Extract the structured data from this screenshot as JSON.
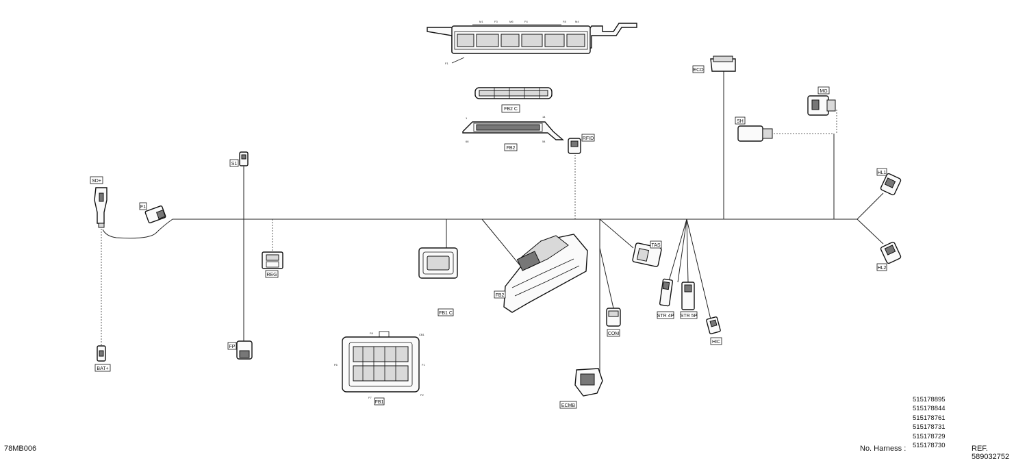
{
  "connectors": {
    "sd": "SD+",
    "s1": "S1",
    "f1": "F1",
    "reg": "REG",
    "fp": "FP",
    "bat": "BAT+",
    "fb1c": "FB1 C",
    "fb1": "FB1",
    "fb2": "FB2",
    "fb2c": "FB2 C",
    "fb2_top": "FB2",
    "rfid": "RFID",
    "com": "COM",
    "ecmb": "ECMB",
    "tas": "TAS",
    "str4p": "STR 4P",
    "str5p": "STR 5P",
    "hic": "HIC",
    "eco": "ECO",
    "sh": "SH",
    "mg": "MG",
    "hl1": "HL1",
    "hl2": "HL2"
  },
  "footer": {
    "code": "78MB006",
    "harness_label": "No. Harness :",
    "harness_numbers": [
      "515178895",
      "515178844",
      "515178761",
      "515178731",
      "515178729",
      "515178730"
    ],
    "ref": "REF. 589032752"
  }
}
